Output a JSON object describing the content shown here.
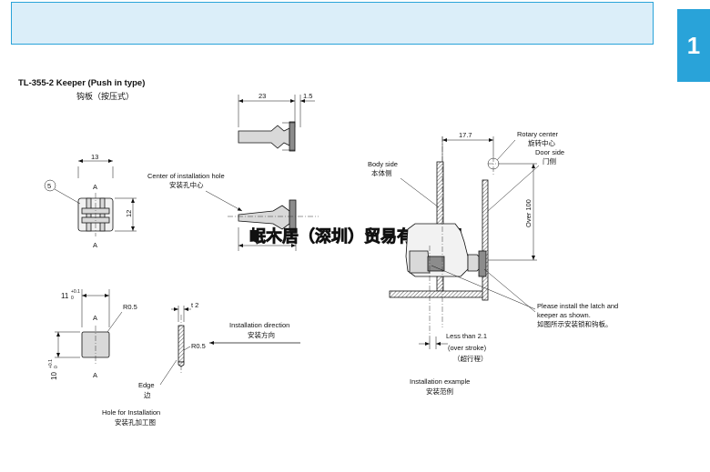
{
  "header": {
    "chapter_number": "1"
  },
  "section": {
    "title": "TL-355-2 Keeper (Push in type)",
    "title_cn": "钩板（按压式）"
  },
  "callout": {
    "number": "5"
  },
  "dims": {
    "d23": "23",
    "d1_5": "1.5",
    "d13": "13",
    "d12": "12",
    "d17_7": "17.7",
    "d_over100": "Over 100",
    "d11": "11",
    "d11_tol": "+0.1",
    "d11_tol2": "0",
    "d10": "10",
    "d10_tol": "+0.1",
    "d10_tol2": "0",
    "r0_5_a": "R0.5",
    "r0_5_b": "R0.5",
    "t2": "t 2"
  },
  "labels": {
    "a1": "A",
    "a2": "A",
    "a3": "A",
    "a4": "A",
    "center_hole": "Center of installation hole",
    "center_hole_cn": "安装孔中心",
    "install_dir": "Installation direction",
    "install_dir_cn": "安装方向",
    "edge": "Edge",
    "edge_cn": "边",
    "hole_for_install": "Hole for Installation",
    "hole_for_install_cn": "安装孔加工图",
    "body_side": "Body side",
    "body_side_cn": "本体侧",
    "rotary_center": "Rotary center",
    "rotary_center_cn": "旋转中心",
    "door_side": "Door side",
    "door_side_cn": "门侧",
    "please_install_1": "Please install the latch and",
    "please_install_2": "keeper as shown.",
    "please_install_cn": "如图所示安装锁和钩板。",
    "less_than": "Less than 2.1",
    "over_stroke": "(over stroke)",
    "over_stroke_cn": "（超行程）",
    "install_example": "Installation example",
    "install_example_cn": "安装范例"
  },
  "watermark": "岷木居（深圳）贸易有限公司"
}
